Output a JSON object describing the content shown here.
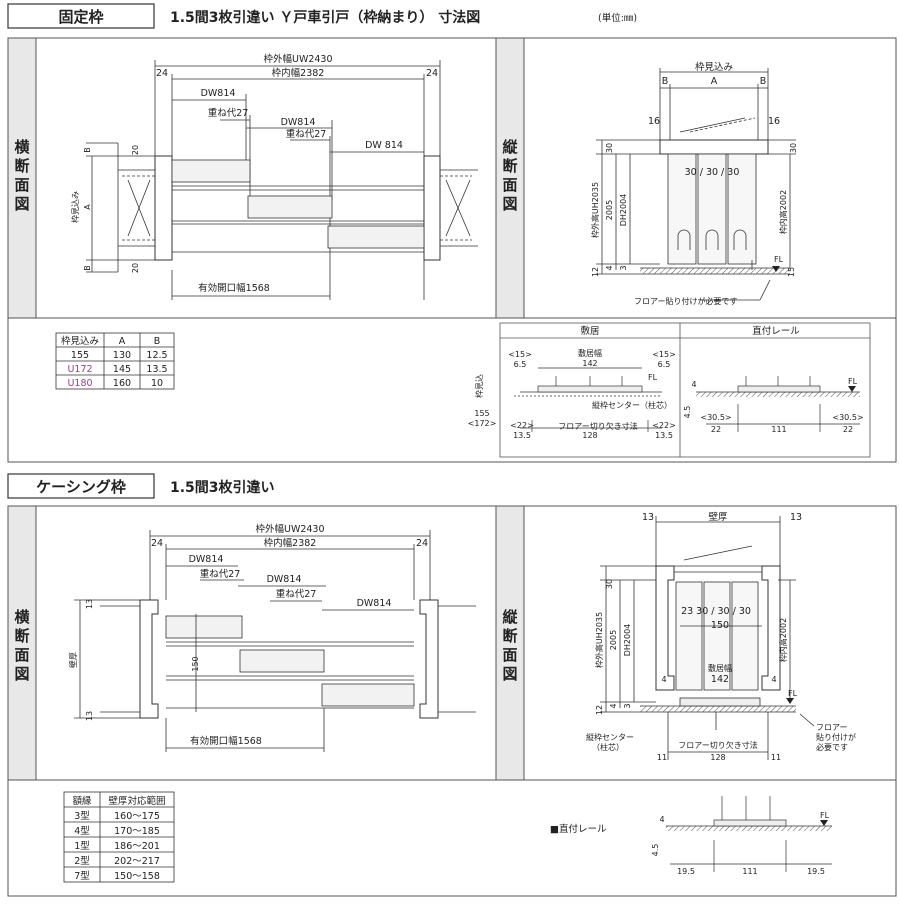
{
  "sections": [
    {
      "tag": "固定枠",
      "title": "1.5間3枚引違い Ｙ戸車引戸（枠納まり） 寸法図",
      "unit": "(単位:㎜)",
      "horizontal": {
        "label_chars": [
          "横",
          "断",
          "面",
          "図"
        ],
        "outer_width": "枠外幅UW2430",
        "inner_width": "枠内幅2382",
        "edge_left": "24",
        "edge_right": "24",
        "dw1": "DW814",
        "overlap1": "重ね代27",
        "dw2": "DW814",
        "overlap2": "重ね代27",
        "dw3": "DW 814",
        "dim_b": "B",
        "dim_a": "A",
        "depth_label": "枠見込み",
        "dim_20": "20",
        "opening": "有効開口幅1568"
      },
      "vertical": {
        "label_chars": [
          "縦",
          "断",
          "面",
          "図"
        ],
        "depth_label": "枠見込み",
        "dim_a": "A",
        "dim_b": "B",
        "dim_16": "16",
        "dim_30": "30",
        "panel_widths": "30 / 30 / 30",
        "uh": "枠外高UH2035",
        "h2005": "2005",
        "dh": "DH2004",
        "inner_h": "枠内高2002",
        "dim_12": "12",
        "dim_4": "4",
        "dim_3": "3",
        "dim_15": "15",
        "fl": "FL",
        "floor_note": "フロアー貼り付けが必要です"
      },
      "table": {
        "headers": [
          "枠見込み",
          "A",
          "B"
        ],
        "rows": [
          [
            "155",
            "130",
            "12.5"
          ],
          [
            "U172",
            "145",
            "13.5"
          ],
          [
            "U180",
            "160",
            "10"
          ]
        ]
      },
      "details": {
        "shiki_header": "敷居",
        "rail_header": "直付レール",
        "shiki_width": "敷居幅",
        "w142": "142",
        "lt15": "<15>",
        "rt15": "<15>",
        "d65l": "6.5",
        "d65r": "6.5",
        "frame_depth": "枠見込",
        "d155": "155",
        "d172": "<172>",
        "center_note": "縦枠センター（柱芯）",
        "cut_note": "フロアー切り欠き寸法",
        "lt22": "<22>",
        "rt22": "<22>",
        "d135l": "13.5",
        "d135r": "13.5",
        "w128": "128",
        "fl": "FL",
        "r4": "4",
        "r45": "4.5",
        "r305l": "<30.5>",
        "r305r": "<30.5>",
        "r22l": "22",
        "r22r": "22",
        "r111": "111"
      }
    },
    {
      "tag": "ケーシング枠",
      "title": "1.5間3枚引違い",
      "horizontal": {
        "label_chars": [
          "横",
          "断",
          "面",
          "図"
        ],
        "outer_width": "枠外幅UW2430",
        "inner_width": "枠内幅2382",
        "edge_left": "24",
        "edge_right": "24",
        "dw1": "DW814",
        "overlap1": "重ね代27",
        "dw2": "DW814",
        "overlap2": "重ね代27",
        "dw3": "DW814",
        "wall": "壁厚",
        "d150": "150",
        "d13": "13",
        "opening": "有効開口幅1568"
      },
      "vertical": {
        "label_chars": [
          "縦",
          "断",
          "面",
          "図"
        ],
        "wall": "壁厚",
        "d13l": "13",
        "d13r": "13",
        "dim_30": "30",
        "panel_widths": "23 30 / 30 / 30",
        "w150": "150",
        "uh": "枠外高UH2035",
        "h2005": "2005",
        "dh": "DH2004",
        "inner_h": "枠内高2002",
        "shiki_width": "敷居幅",
        "w142": "142",
        "dim_4l": "4",
        "dim_4r": "4",
        "dim_12": "12",
        "dim_3": "3",
        "fl": "FL",
        "center_note1": "縦枠センター",
        "center_note2": "（柱芯）",
        "cut_note": "フロアー切り欠き寸法",
        "w128": "128",
        "d11l": "11",
        "d11r": "11",
        "floor_note1": "フロアー",
        "floor_note2": "貼り付けが",
        "floor_note3": "必要です"
      },
      "table": {
        "headers": [
          "額縁",
          "壁厚対応範囲"
        ],
        "rows": [
          [
            "3型",
            "160～175"
          ],
          [
            "4型",
            "170～185"
          ],
          [
            "1型",
            "186～201"
          ],
          [
            "2型",
            "202～217"
          ],
          [
            "7型",
            "150～158"
          ]
        ]
      },
      "details": {
        "rail_label": "■直付レール",
        "fl": "FL",
        "r4": "4",
        "r45": "4.5",
        "r195l": "19.5",
        "r111": "111",
        "r195r": "19.5"
      }
    }
  ],
  "colors": {
    "line": "#333333",
    "panel": "#f2f2f2",
    "border": "#555555",
    "accent": "#9a3d8f"
  }
}
